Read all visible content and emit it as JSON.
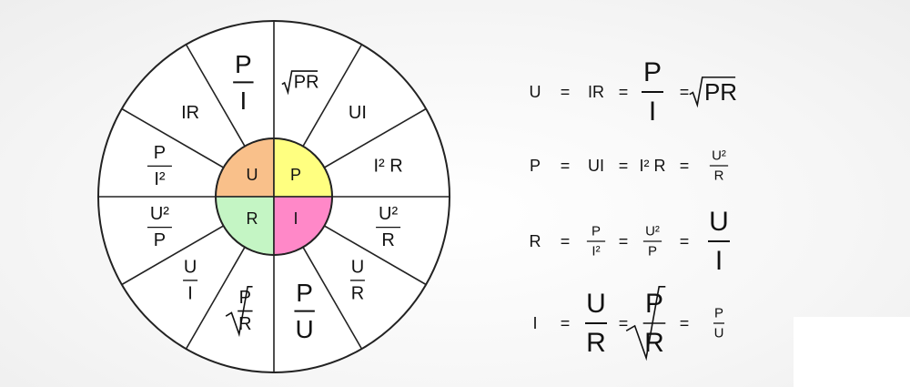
{
  "colors": {
    "U": "#f9c08a",
    "P": "#ffff80",
    "R": "#c4f5c4",
    "I": "#ff88c8",
    "line": "#222222"
  },
  "center": [
    {
      "label": "U",
      "color_key": "U"
    },
    {
      "label": "P",
      "color_key": "P"
    },
    {
      "label": "R",
      "color_key": "R"
    },
    {
      "label": "I",
      "color_key": "I"
    }
  ],
  "wheel_segments": [
    {
      "type": "sqrt",
      "text": "PR"
    },
    {
      "type": "text",
      "text": "UI"
    },
    {
      "type": "text",
      "text": "I² R"
    },
    {
      "type": "frac",
      "num": "U²",
      "den": "R"
    },
    {
      "type": "frac",
      "num": "U",
      "den": "R"
    },
    {
      "type": "frac",
      "num": "P",
      "den": "U"
    },
    {
      "type": "sqrtfrac",
      "num": "P",
      "den": "R"
    },
    {
      "type": "frac",
      "num": "U",
      "den": "I"
    },
    {
      "type": "frac",
      "num": "U²",
      "den": "P"
    },
    {
      "type": "frac",
      "num": "P",
      "den": "I²"
    },
    {
      "type": "text",
      "text": "IR"
    },
    {
      "type": "frac",
      "num": "P",
      "den": "I"
    }
  ],
  "equations": [
    {
      "lhs": "U",
      "terms": [
        {
          "type": "text",
          "text": "IR"
        },
        {
          "type": "frac",
          "num": "P",
          "den": "I",
          "size": "large"
        },
        {
          "type": "sqrt",
          "text": "PR"
        }
      ]
    },
    {
      "lhs": "P",
      "terms": [
        {
          "type": "text",
          "text": "UI"
        },
        {
          "type": "text",
          "text": "I² R"
        },
        {
          "type": "frac",
          "num": "U²",
          "den": "R",
          "size": "small"
        }
      ]
    },
    {
      "lhs": "R",
      "terms": [
        {
          "type": "frac",
          "num": "P",
          "den": "I²",
          "size": "small"
        },
        {
          "type": "frac",
          "num": "U²",
          "den": "P",
          "size": "small"
        },
        {
          "type": "frac",
          "num": "U",
          "den": "I",
          "size": "large"
        }
      ]
    },
    {
      "lhs": "I",
      "terms": [
        {
          "type": "frac",
          "num": "U",
          "den": "R",
          "size": "large"
        },
        {
          "type": "sqrtfrac",
          "num": "P",
          "den": "R"
        },
        {
          "type": "frac",
          "num": "P",
          "den": "U",
          "size": "small"
        }
      ]
    }
  ],
  "equals_sign": "="
}
